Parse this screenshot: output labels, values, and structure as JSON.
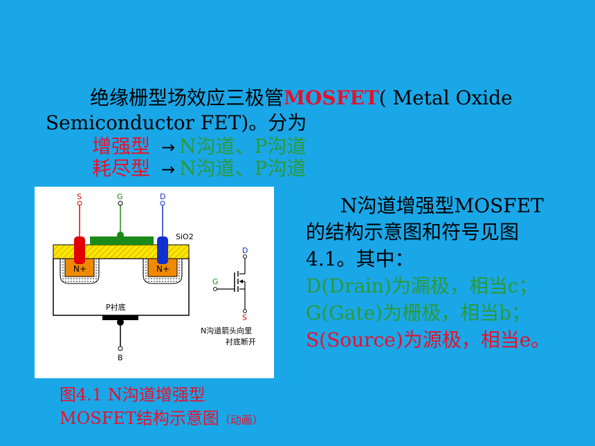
{
  "intro": {
    "line1_prefix": "绝缘栅型场效应三极管",
    "line1_highlight": "MOSFET",
    "line1_suffix": "( Metal  Oxide",
    "line2": "Semiconductor FET)。分为"
  },
  "types": [
    {
      "label": "增强型",
      "arrow": "→",
      "value": "N沟道、P沟道"
    },
    {
      "label": "耗尽型",
      "arrow": "→",
      "value": "N沟道、P沟道"
    }
  ],
  "description": {
    "line1": "N沟道增强型MOSFET",
    "line2": "的结构示意图和符号见图",
    "line3": "4.1。其中：",
    "drain": "D(Drain)为漏极，相当c；",
    "gate": "G(Gate)为栅极，相当b；",
    "source": "S(Source)为源极，相当e。"
  },
  "figure": {
    "label_s": "S",
    "label_g": "G",
    "label_d": "D",
    "label_b": "B",
    "label_sio2": "SiO2",
    "label_nplus_left": "N+",
    "label_nplus_right": "N+",
    "label_substrate": "P衬底",
    "symbol_d": "D",
    "symbol_g": "G",
    "symbol_s": "S",
    "note_line1": "N沟道箭头向里",
    "note_line2": "衬底断开"
  },
  "caption": {
    "line1": "图4.1 N沟道增强型",
    "line2": "MOSFET结构示意图",
    "line2_small": "（动画）"
  },
  "colors": {
    "background": "#1aa7e8",
    "red": "#e8102a",
    "green": "#2a9a3a",
    "source_electrode": "#e00000",
    "drain_electrode": "#1030d0",
    "gate_electrode": "#1a8a1a",
    "oxide": "#ffe600",
    "n_region": "#f08a00"
  }
}
